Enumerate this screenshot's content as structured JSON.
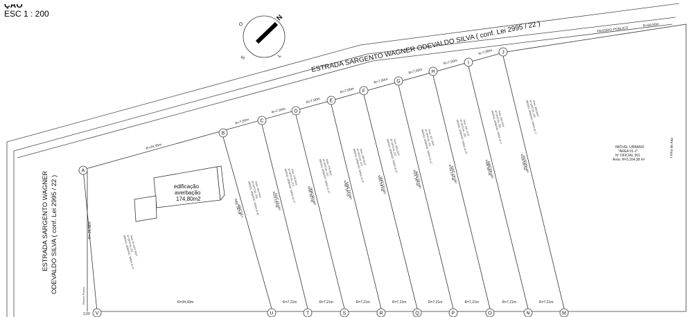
{
  "header": {
    "title_fragment": "ÇÃO",
    "scale": "ESC 1 : 200"
  },
  "compass": {
    "n": "N",
    "s": "S",
    "o": "O",
    "l": "L"
  },
  "road_top": {
    "name": "ESTRADA SARGENTO WAGNER ODEVALDO SILVA ( conf. Lei 2995 / 22 )",
    "sidewalk": "PASSEIO PÚBLICO",
    "radius": "R=69,56m"
  },
  "road_left": {
    "line1": "ESTRADA SARGENTO WAGNER",
    "line2": "ODEVALDO SILVA ( conf. Lei 2995 / 22 )"
  },
  "building": {
    "line1": "edificação",
    "line2": "averbação",
    "line3": "174,80m2"
  },
  "top_points": [
    "A",
    "B",
    "C",
    "D",
    "E",
    "F",
    "G",
    "H",
    "I",
    "J"
  ],
  "bottom_points": [
    "V",
    "U",
    "T",
    "S",
    "R",
    "Q",
    "P",
    "O",
    "N",
    "M"
  ],
  "top_segments": [
    "R=29,35m",
    "R=7,00m",
    "R=7,00m",
    "R=7,00m",
    "R=7,00m",
    "R=7,00m",
    "R=7,00m",
    "R=7,00m",
    "R=7,00m"
  ],
  "bottom_segments": [
    "R=34,43m",
    "R=7,21m",
    "R=7,21m",
    "R=7,21m",
    "R=7,21m",
    "R=7,21m",
    "R=7,21m",
    "R=7,21m",
    "R=7,21m"
  ],
  "left_side": "R= 28,58m",
  "corner_bottom_left": "2,00",
  "small_left_label": "Passeio Público",
  "divider_labels": [
    {
      "a": "R=35,39m",
      "b": "+35,39m"
    },
    {
      "a": "R=37,37m",
      "b": "+R=37,37m"
    },
    {
      "a": "R=39,36m",
      "b": "+R=39,36m"
    },
    {
      "a": "R=41,35m",
      "b": "+R=41,35m"
    },
    {
      "a": "R=43,34m",
      "b": "+R=43,34m"
    },
    {
      "a": "R=45,32m",
      "b": "+R=45,32m"
    },
    {
      "a": "R=47,31m",
      "b": "+R=47,31m"
    },
    {
      "a": "R=49,30m",
      "b": "+R=49,30m"
    },
    {
      "a": "R=50,97m",
      "b": "+R=50,97m"
    }
  ],
  "lot_labels": [
    {
      "l1": "IMÓVEL URBANO \"ÁREA 01-A\"",
      "l2": "Nº OFICIAL 201",
      "l3": "Área: R=1027,45m²"
    },
    {
      "l1": "IMÓVEL URBANO \"ÁREA 01-B\"",
      "l2": "Nº OFICIAL 205",
      "l3": "Área: 259,75m²"
    },
    {
      "l1": "IMÓVEL URBANO \"ÁREA 01-C\"",
      "l2": "Nº OFICIAL 213",
      "l3": "Área: 275,34m²"
    },
    {
      "l1": "IMÓVEL URBANO \"ÁREA 01-D\"",
      "l2": "Nº OFICIAL 219",
      "l3": "Área: 275,36m²"
    },
    {
      "l1": "IMÓVEL URBANO \"ÁREA 01-E\"",
      "l2": "Nº OFICIAL 223",
      "l3": "Área: 289,32m²"
    },
    {
      "l1": "IMÓVEL URBANO \"ÁREA 01-F\"",
      "l2": "Nº OFICIAL 227",
      "l3": "Área: 303,24m²"
    },
    {
      "l1": "IMÓVEL URBANO \"ÁREA 01-G\"",
      "l2": "Nº OFICIAL 231",
      "l3": "Área: 317,28m²"
    },
    {
      "l1": "IMÓVEL URBANO \"ÁREA 01-H\"",
      "l2": "Nº OFICIAL 235",
      "l3": "Área: 331,21m²"
    },
    {
      "l1": "IMÓVEL URBANO \"ÁREA 01-I\"",
      "l2": "Nº OFICIAL 239",
      "l3": "Área: 345,15m²"
    },
    {
      "l1": "IMÓVEL URBANO \"ÁREA 01-J\"",
      "l2": "Nº OFICIAL 243",
      "l3": "Área: 356,84m²"
    }
  ],
  "right_area": {
    "l1": "IMÓVEL URBANO",
    "l2": "\"ÁREA 01-J\"",
    "l3": "Nº OFICIAL 301",
    "l4": "Área: R=3.164,38 m²"
  },
  "right_vertical": "Linha de Alta"
}
